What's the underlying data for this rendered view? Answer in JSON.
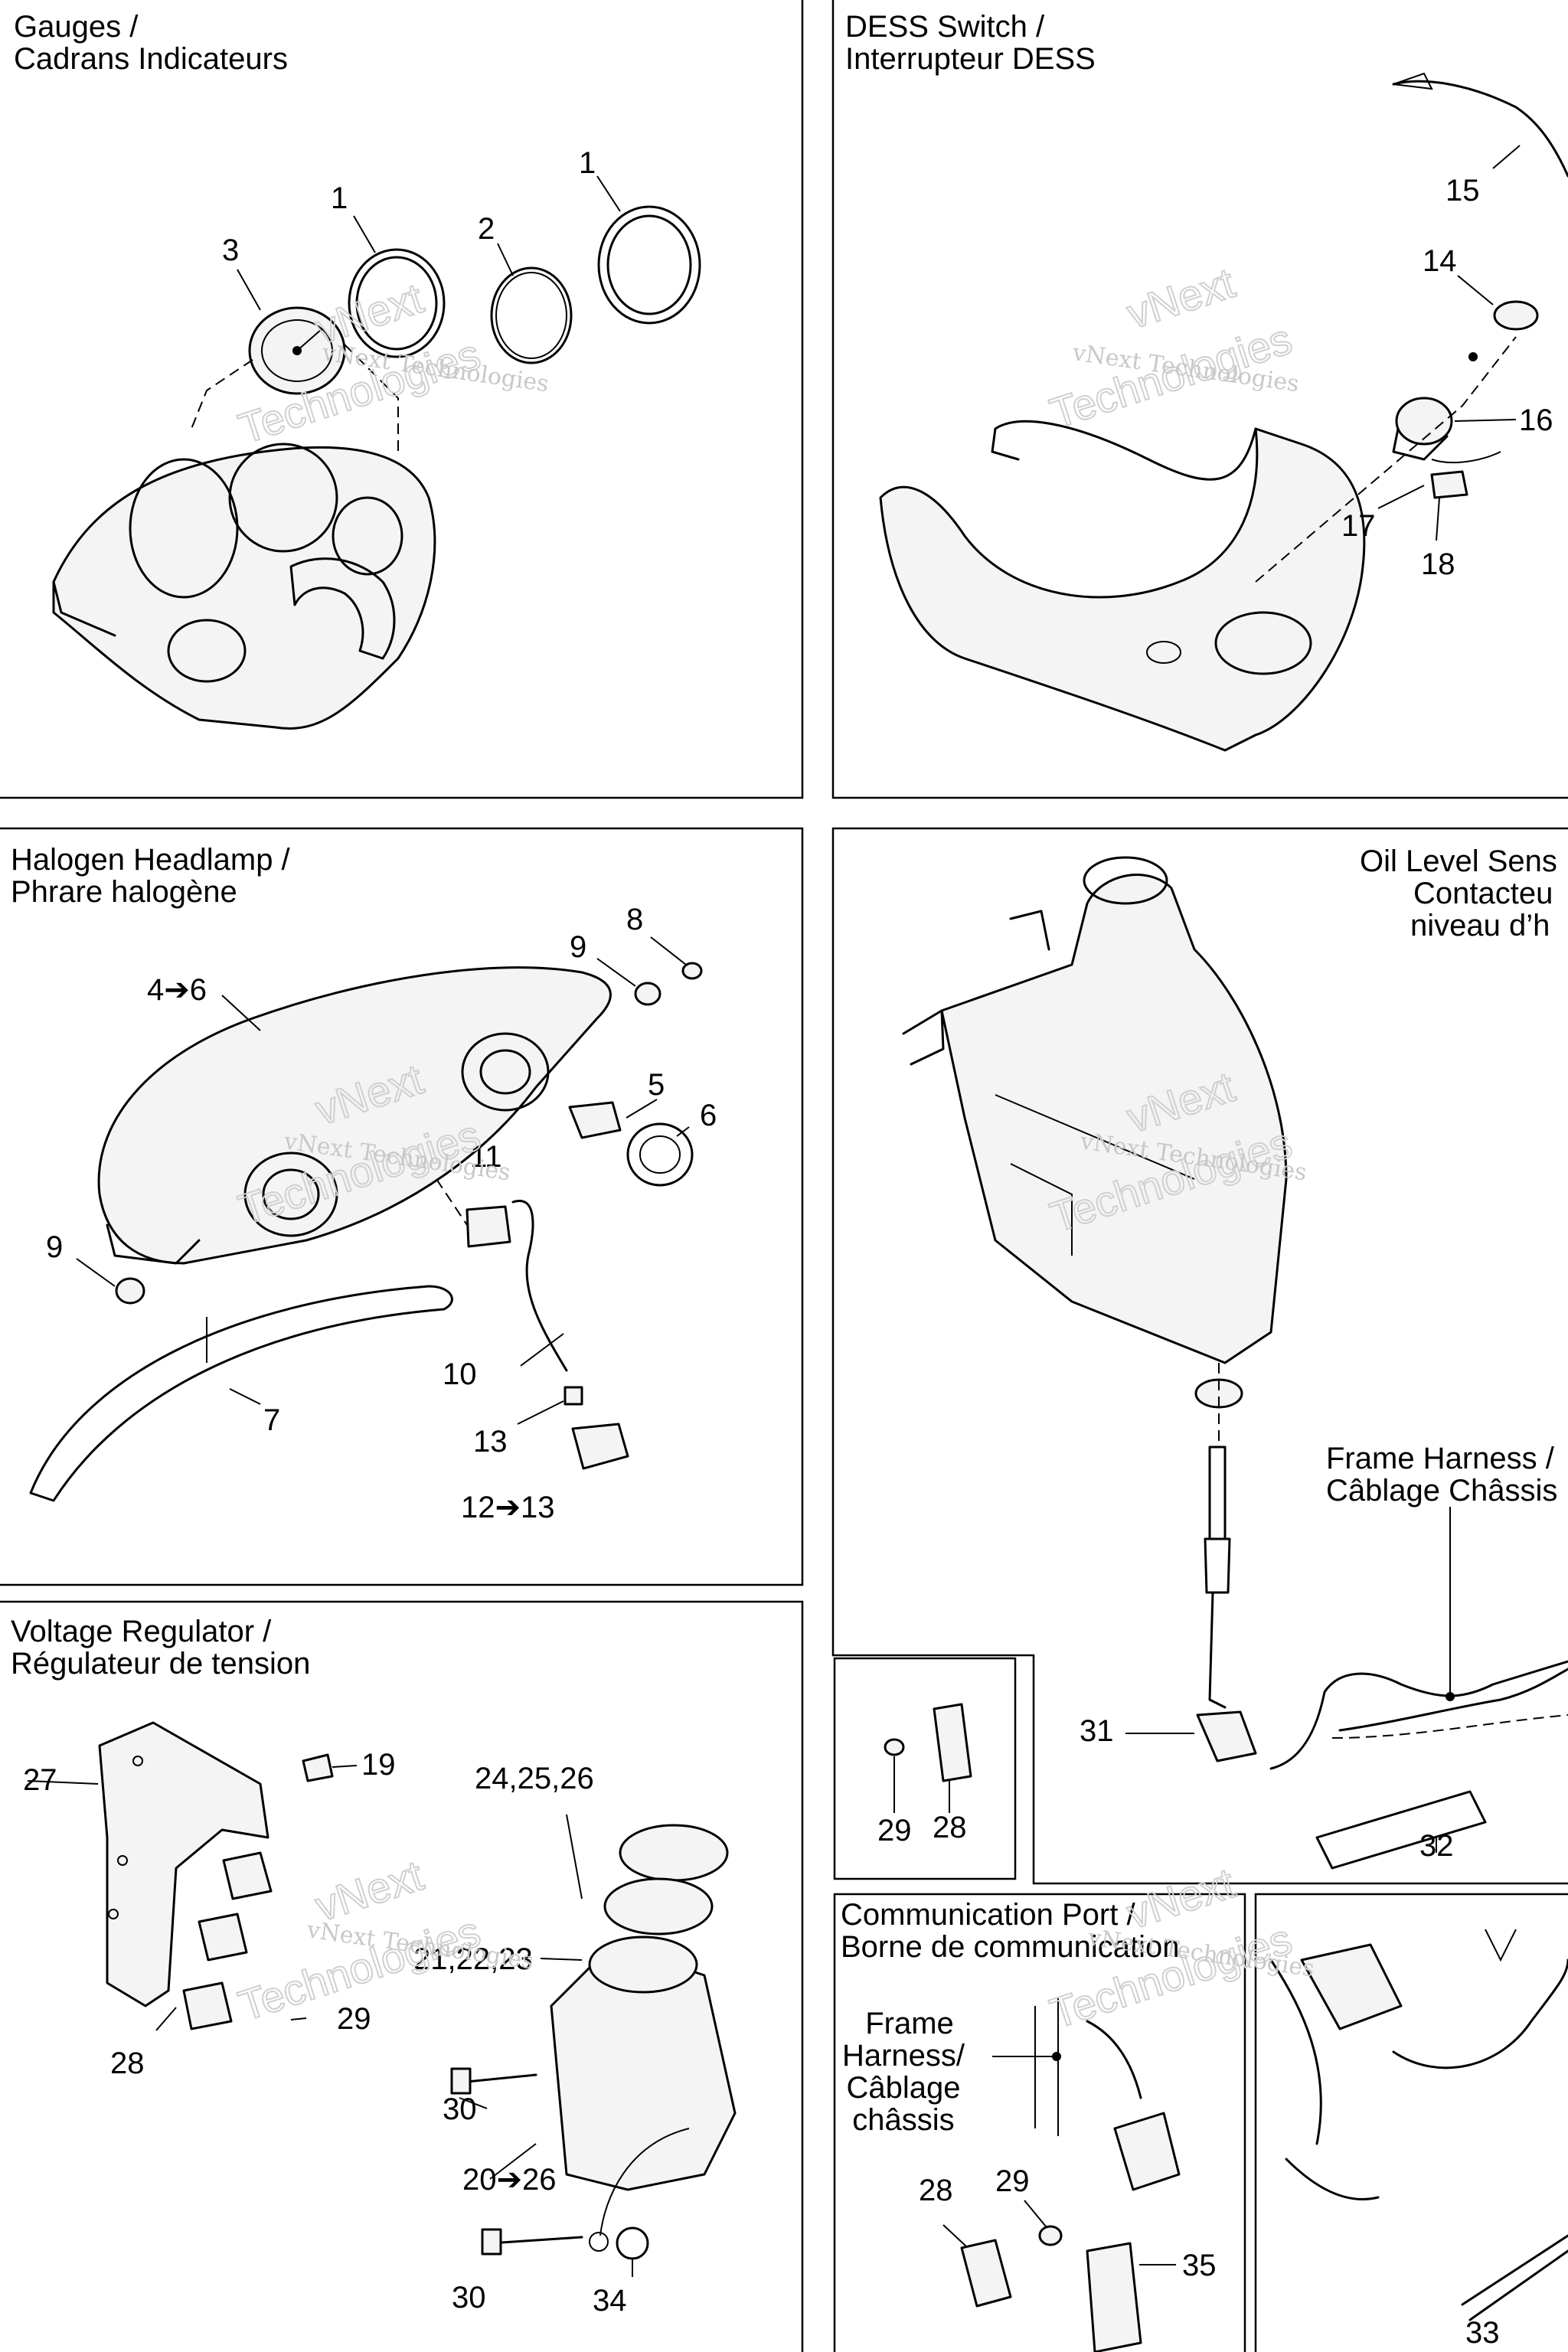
{
  "sections": {
    "gauges": {
      "title": [
        "Gauges /",
        "Cadrans Indicateurs"
      ]
    },
    "dess": {
      "title": [
        "DESS Switch /",
        "Interrupteur DESS"
      ]
    },
    "headlamp": {
      "title": [
        "Halogen Headlamp /",
        "Phrare halogène"
      ]
    },
    "oil": {
      "title": [
        "Oil Level Sens",
        "Contacteu",
        "niveau d’h"
      ]
    },
    "frame_harness": {
      "title": [
        "Frame Harness /",
        "Câblage Châssis"
      ]
    },
    "regulator": {
      "title": [
        "Voltage Regulator /",
        "Régulateur de tension"
      ]
    },
    "comm_port": {
      "title": [
        "Communication Port /",
        "Borne de communication"
      ],
      "label": [
        "Frame",
        "Harness/",
        "Câblage",
        "châssis"
      ]
    }
  },
  "callouts": {
    "gauges": [
      "1",
      "2",
      "1",
      "3"
    ],
    "dess": [
      "15",
      "14",
      "16",
      "17",
      "18"
    ],
    "headlamp": [
      "8",
      "9",
      "4➔6",
      "5",
      "6",
      "11",
      "9",
      "10",
      "7",
      "13",
      "12➔13"
    ],
    "oil": [
      "31",
      "32"
    ],
    "clip": [
      "29",
      "28"
    ],
    "regulator": [
      "27",
      "19",
      "24,25,26",
      "21,22,23",
      "29",
      "28",
      "30",
      "20➔26",
      "30",
      "34"
    ],
    "comm": [
      "28",
      "29",
      "35"
    ],
    "corner": [
      "33"
    ]
  },
  "watermark": {
    "line1": "vNext",
    "line2": "Technologies",
    "caption": "vNext Technologies"
  }
}
